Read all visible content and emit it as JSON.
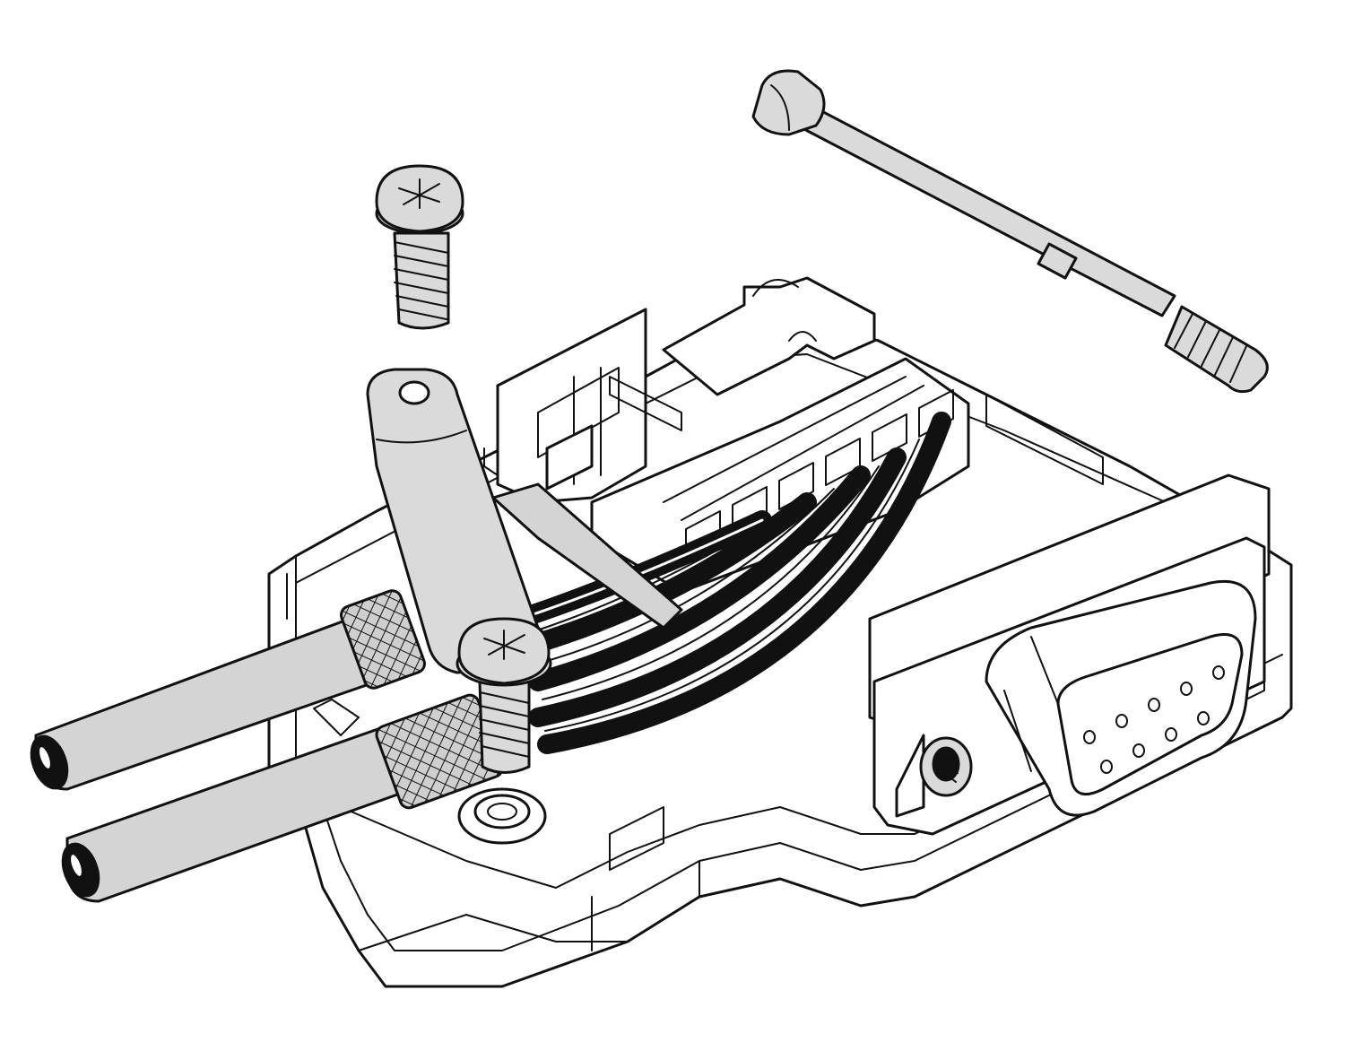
{
  "colors": {
    "background": "#ffffff",
    "line": "#111111",
    "housing": "#ffffff",
    "metal": "#dadada",
    "cable_jacket": "#d4d4d4",
    "wire_insulation": "#111111",
    "braid": "#cfcfcf"
  },
  "parts": [
    {
      "name": "housing",
      "interactable": false
    },
    {
      "name": "terminal-block",
      "interactable": false
    },
    {
      "name": "long-mounting-screw",
      "interactable": false
    },
    {
      "name": "small-screw-loose",
      "interactable": false
    },
    {
      "name": "strain-relief-clamp",
      "interactable": false
    },
    {
      "name": "clamp-screw",
      "interactable": false
    },
    {
      "name": "cable-upper",
      "interactable": false
    },
    {
      "name": "cable-lower",
      "interactable": false
    },
    {
      "name": "wire-bundle",
      "interactable": false
    },
    {
      "name": "dsub-connector",
      "interactable": false
    },
    {
      "name": "connector-jackscrew",
      "interactable": false
    }
  ],
  "dsub": {
    "pins_top_row": 5,
    "pins_bottom_row": 4
  },
  "terminal": {
    "slots": 6
  }
}
